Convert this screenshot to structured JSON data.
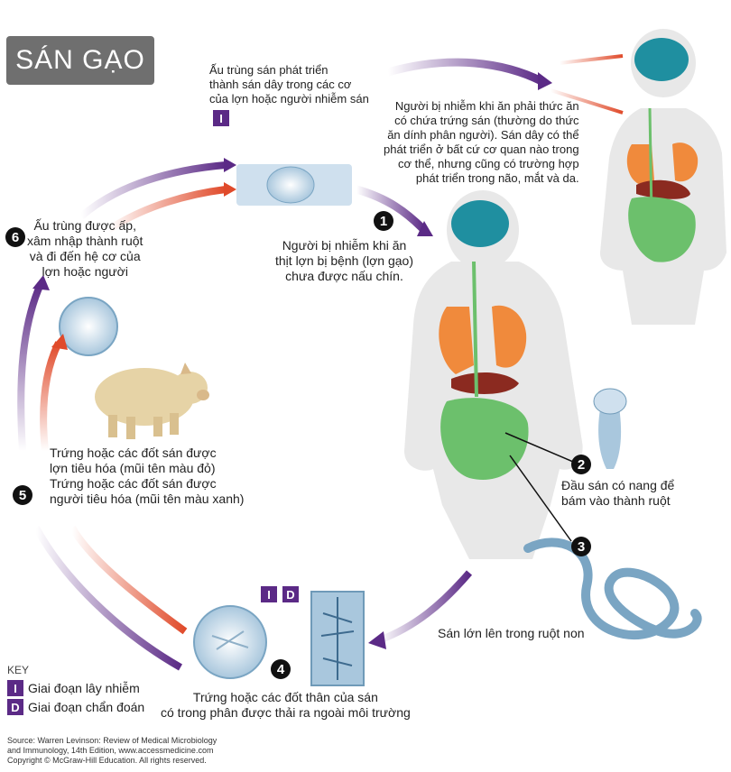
{
  "title": "SÁN GẠO",
  "steps": {
    "s1": {
      "num": "1",
      "text": [
        "Người bị nhiễm khi ăn",
        "thịt lợn bị bệnh (lợn gạo)",
        "chưa được nấu chín."
      ]
    },
    "s2": {
      "num": "2",
      "text": [
        "Đầu sán có nang để",
        "bám vào thành ruột"
      ]
    },
    "s3": {
      "num": "3",
      "text": [
        "Sán lớn lên trong ruột non"
      ]
    },
    "s4": {
      "num": "4",
      "text": [
        "Trứng hoặc các đốt thân của sán",
        "có trong phân được thải ra ngoài môi trường"
      ]
    },
    "s5": {
      "num": "5",
      "text": [
        "Trứng hoặc các đốt sán được",
        "lợn tiêu hóa (mũi tên màu đỏ)",
        "Trứng hoặc các đốt sán được",
        "người tiêu hóa (mũi tên màu xanh)"
      ]
    },
    "s6": {
      "num": "6",
      "text": [
        "Ấu trùng được ấp,",
        "xâm nhập thành ruột",
        "và đi đến hệ cơ của",
        "lợn hoặc người"
      ]
    }
  },
  "top_note": [
    "Ấu trùng sán phát triển",
    "thành sán dây trong các cơ",
    "của lợn hoặc người nhiễm sán"
  ],
  "right_note": [
    "Người bị nhiễm khi ăn phải thức ăn",
    "có chứa trứng sán (thường do thức",
    "ăn dính phân người). Sán dây có thể",
    "phát triển ở bất cứ cơ quan nào trong",
    "cơ thể, nhưng cũng có trường hợp",
    "phát triển trong não, mắt và da."
  ],
  "badges": {
    "infective": "I",
    "diagnostic": "D"
  },
  "key": {
    "label": "KEY",
    "items": [
      {
        "badge": "I",
        "text": "Giai đoạn lây nhiễm"
      },
      {
        "badge": "D",
        "text": "Giai đoạn chẩn đoán"
      }
    ]
  },
  "source": [
    "Source: Warren Levinson: Review of Medical Microbiology",
    "and Immunology, 14th Edition, www.accessmedicine.com",
    "Copyright © McGraw-Hill Education. All rights reserved."
  ],
  "colors": {
    "purple": "#5b2a86",
    "red": "#e04a2a",
    "lung": "#f08a3c",
    "brain": "#1f8fa0",
    "intestine": "#6cc06c",
    "body": "#e6e6e6"
  }
}
